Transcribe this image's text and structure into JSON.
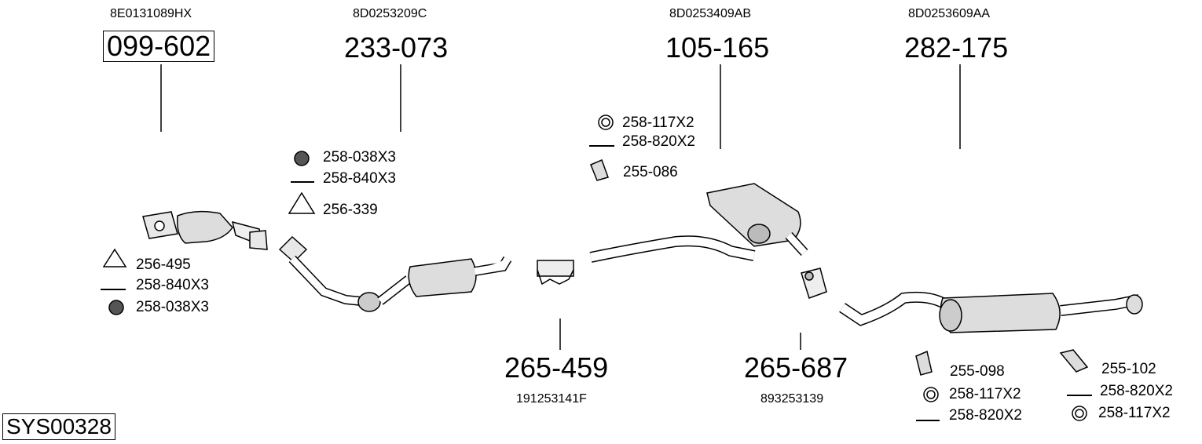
{
  "system_code": "SYS00328",
  "parts": [
    {
      "oem": "8E0131089HX",
      "number": "099-602"
    },
    {
      "oem": "8D0253209C",
      "number": "233-073"
    },
    {
      "oem": "8D0253409AB",
      "number": "105-165"
    },
    {
      "oem": "8D0253609AA",
      "number": "282-175"
    },
    {
      "oem": "191253141F",
      "number": "265-459"
    },
    {
      "oem": "893253139",
      "number": "265-687"
    }
  ],
  "accessories": {
    "group1": [
      "256-495",
      "258-840X3",
      "258-038X3"
    ],
    "group2": [
      "258-038X3",
      "258-840X3",
      "256-339"
    ],
    "group3": [
      "258-117X2",
      "258-820X2",
      "255-086"
    ],
    "group4": [
      "255-098",
      "258-117X2",
      "258-820X2"
    ],
    "group5": [
      "255-102",
      "258-820X2",
      "258-117X2"
    ]
  }
}
